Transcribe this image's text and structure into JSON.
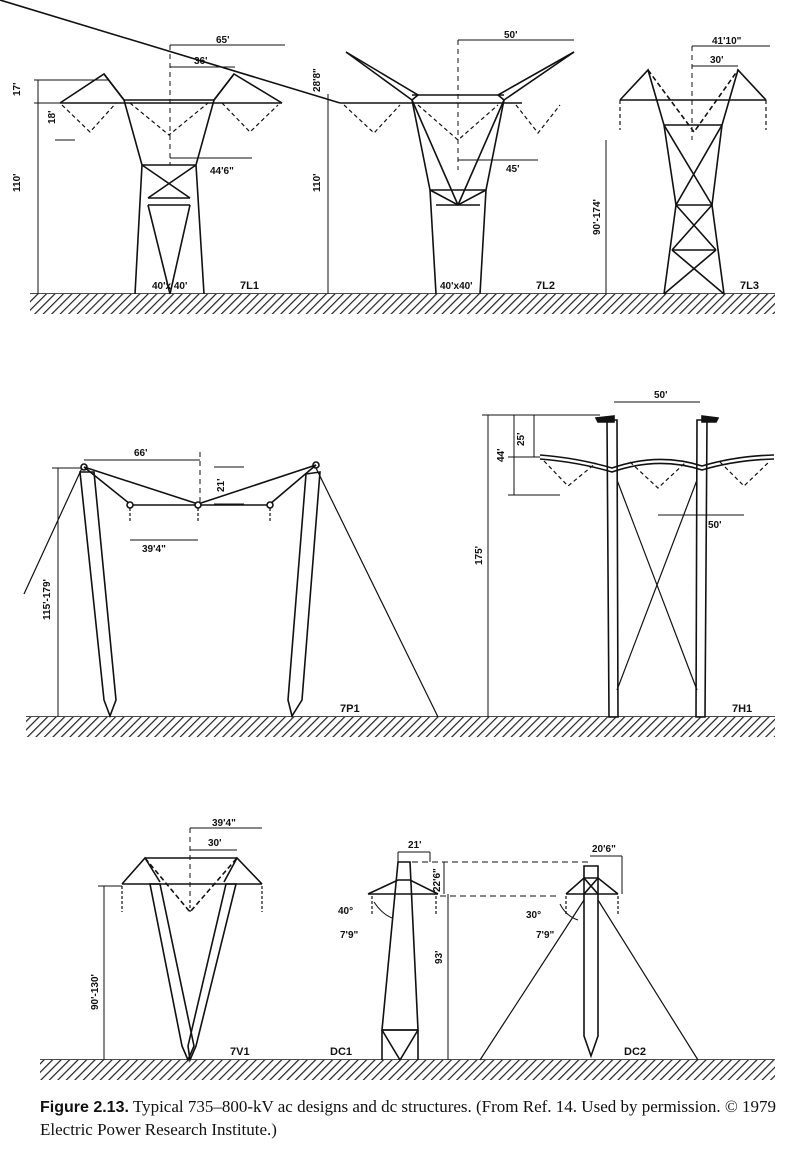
{
  "caption": {
    "label": "Figure 2.13.",
    "text": "Typical 735–800-kV ac designs and dc structures. (From Ref. 14. Used by permission. © 1979 Electric Power Research Institute.)"
  },
  "towers": {
    "7L1": {
      "code": "7L1",
      "height": "110'",
      "top_arm": "17'",
      "drop": "18'",
      "span_outer": "65'",
      "span_inner": "36'",
      "base": "40'x 40'",
      "mid": "44'6\""
    },
    "7L2": {
      "code": "7L2",
      "height": "110'",
      "top_arm": "28'8\"",
      "span": "50'",
      "base": "40'x40'",
      "mid": "45'"
    },
    "7L3": {
      "code": "7L3",
      "height": "90'-174'",
      "span_outer": "41'10\"",
      "span_inner": "30'"
    },
    "7P1": {
      "code": "7P1",
      "height": "115'-179'",
      "span": "66'",
      "drop": "21'",
      "lower": "39'4\""
    },
    "7H1": {
      "code": "7H1",
      "height": "175'",
      "upper": "44'",
      "sag": "25'",
      "span": "50'",
      "lower": "50'"
    },
    "7V1": {
      "code": "7V1",
      "height": "90'-130'",
      "span_outer": "39'4\"",
      "span_inner": "30'"
    },
    "DC1": {
      "code": "DC1",
      "top": "21'",
      "arm": "22'6\"",
      "height": "93'",
      "angle": "40°",
      "len": "7'9\""
    },
    "DC2": {
      "code": "DC2",
      "top": "20'6\"",
      "angle": "30°",
      "len": "7'9\""
    }
  }
}
